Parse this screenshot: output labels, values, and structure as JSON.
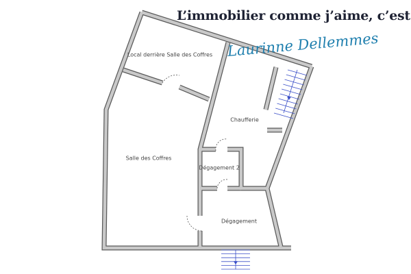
{
  "header": {
    "tagline": "L’immobilier comme j’aime, c’est",
    "signature": "Laurinne Dellemmes",
    "signature_color": "#1f7fae"
  },
  "rooms": [
    {
      "label": "Local derrière Salle des Coffres"
    },
    {
      "label": "Chaufferie"
    },
    {
      "label": "Salle des Coffres"
    },
    {
      "label": "Dégagement 2"
    },
    {
      "label": "Dégagement"
    }
  ],
  "colors": {
    "wall_fill": "#c9c9c9",
    "wall_outline": "#5a5a5a",
    "stairs": "#3a4fc8"
  }
}
